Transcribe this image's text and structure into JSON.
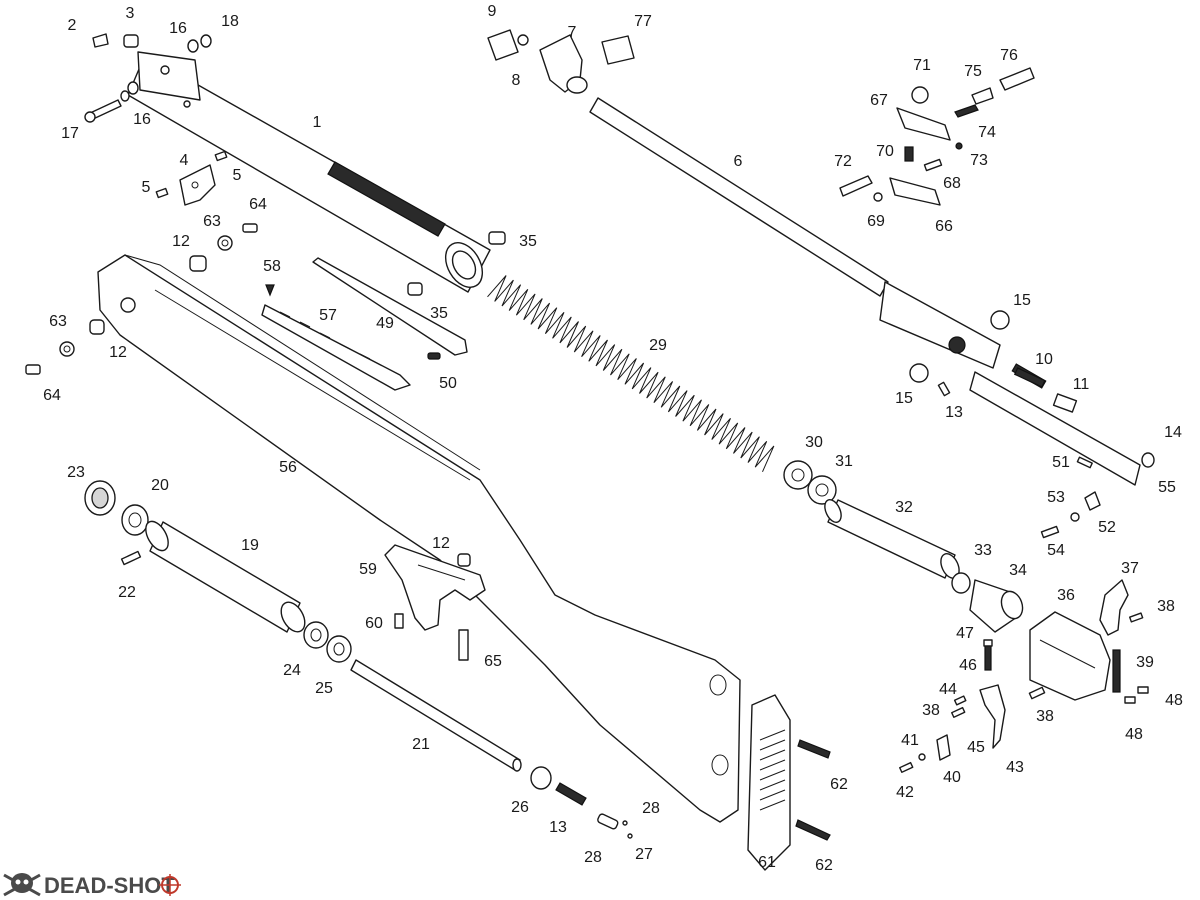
{
  "callouts": [
    "2",
    "3",
    "16",
    "18",
    "17",
    "16",
    "1",
    "4",
    "5",
    "5",
    "63",
    "64",
    "12",
    "58",
    "57",
    "49",
    "35",
    "35",
    "50",
    "63",
    "12",
    "64",
    "56",
    "9",
    "8",
    "7",
    "77",
    "6",
    "71",
    "75",
    "76",
    "67",
    "74",
    "70",
    "73",
    "72",
    "68",
    "69",
    "66",
    "15",
    "10",
    "11",
    "15",
    "13",
    "14",
    "51",
    "55",
    "29",
    "30",
    "31",
    "32",
    "53",
    "52",
    "54",
    "33",
    "34",
    "37",
    "38",
    "36",
    "47",
    "39",
    "46",
    "44",
    "38",
    "48",
    "48",
    "38",
    "45",
    "43",
    "41",
    "40",
    "42",
    "23",
    "20",
    "19",
    "22",
    "12",
    "59",
    "60",
    "65",
    "24",
    "25",
    "21",
    "26",
    "28",
    "13",
    "28",
    "27",
    "61",
    "62",
    "62"
  ],
  "logo": {
    "text": "DEAD-SHOT",
    "icon": "skull-crossbones-icon",
    "crosshair": "crosshair-icon"
  },
  "colors": {
    "ink": "#1a1a1a",
    "logo": "#4a4a4a",
    "logo_accent": "#c0392b"
  }
}
